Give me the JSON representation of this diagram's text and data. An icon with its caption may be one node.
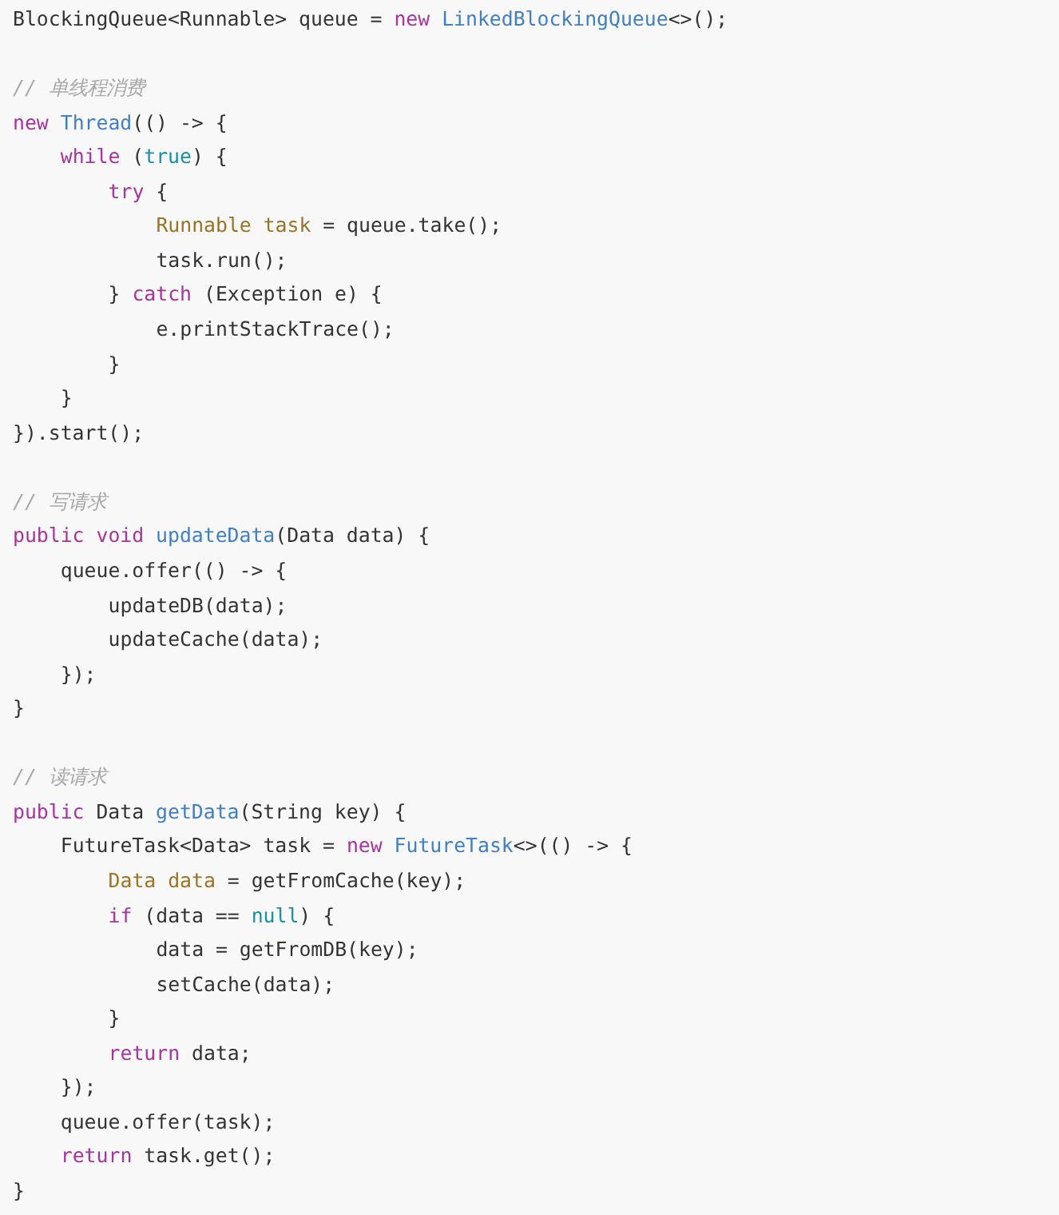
{
  "diagram": {
    "labels": [
      "BlockingQueue<Runnable> queue = new LinkedBlockingQueue<>();",
      "// 单线程消费",
      "new Thread(() -> {",
      "while (true) {",
      "try {",
      "Runnable task = queue.take();",
      "task.run();",
      "} catch (Exception e) {",
      "e.printStackTrace();",
      "}",
      "}",
      "}).start();",
      "// 写请求",
      "public void updateData(Data data) {",
      "queue.offer(() -> {",
      "updateDB(data);",
      "updateCache(data);",
      "});",
      "}",
      "// 读请求",
      "public Data getData(String key) {",
      "FutureTask<Data> task = new FutureTask<>(() -> {",
      "Data data = getFromCache(key);",
      "if (data == null) {",
      "data = getFromDB(key);",
      "setCache(data);",
      "}",
      "return data;",
      "});",
      "queue.offer(task);",
      "return task.get();",
      "}"
    ]
  }
}
